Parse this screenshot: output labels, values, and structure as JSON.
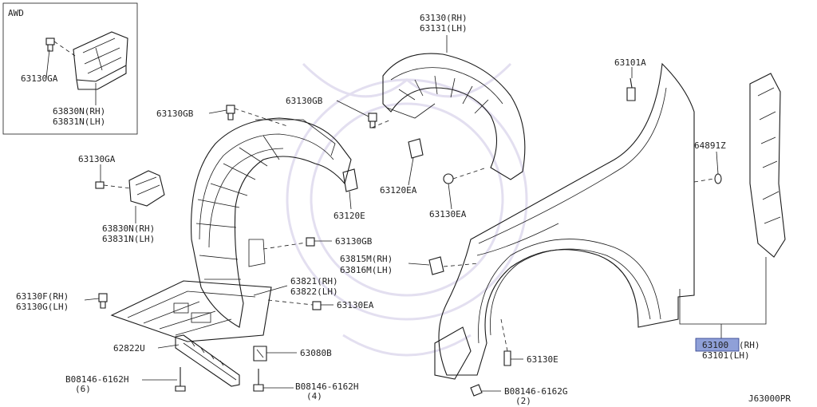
{
  "diagram": {
    "inset_title": "AWD",
    "code": "J63000PR",
    "labels": {
      "l63130ga_inset": "63130GA",
      "l63830n_inset": "63830N(RH)",
      "l63831n_inset": "63831N(LH)",
      "l63130gb_left": "63130GB",
      "l63130ga_mid": "63130GA",
      "l63830n_mid": "63830N(RH)",
      "l63831n_mid": "63831N(LH)",
      "l63130_rh": "63130(RH)",
      "l63131_lh": "63131(LH)",
      "l63130gb_mid": "63130GB",
      "l63120ea": "63120EA",
      "l63120e": "63120E",
      "l63130ea_top": "63130EA",
      "l63130gb_low": "63130GB",
      "l63815m": "63815M(RH)",
      "l63816m": "63816M(LH)",
      "l63821": "63821(RH)",
      "l63822": "63822(LH)",
      "l63130ea_low": "63130EA",
      "l63130f": "63130F(RH)",
      "l63130g": "63130G(LH)",
      "l62822u": "62822U",
      "l63080b": "63080B",
      "l08146_6": "B08146-6162H",
      "q6": "(6)",
      "l08146_4": "B08146-6162H",
      "q4": "(4)",
      "l63130e": "63130E",
      "l08146_2": "B08146-6162G",
      "q2": "(2)",
      "l63101a": "63101A",
      "l64891z": "64891Z",
      "l63100_num": "63100",
      "l63100_rh": "(RH)",
      "l63101_lh": "63101(LH)"
    }
  }
}
